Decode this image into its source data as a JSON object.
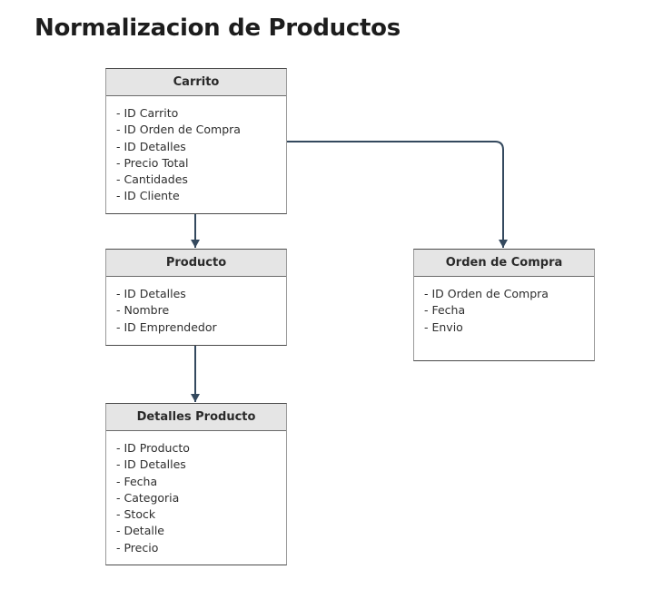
{
  "title": "Normalizacion de Productos",
  "colors": {
    "connector": "#34495e",
    "header_fill": "#e5e5e5",
    "border": "#4a4a4a"
  },
  "entities": {
    "carrito": {
      "name": "Carrito",
      "fields": [
        "- ID Carrito",
        "- ID Orden de Compra",
        "- ID Detalles",
        "- Precio Total",
        "- Cantidades",
        "- ID Cliente"
      ]
    },
    "producto": {
      "name": "Producto",
      "fields": [
        "- ID Detalles",
        "- Nombre",
        "- ID Emprendedor"
      ]
    },
    "orden": {
      "name": "Orden de Compra",
      "fields": [
        "- ID Orden de Compra",
        "- Fecha",
        "- Envio"
      ]
    },
    "detalles": {
      "name": "Detalles Producto",
      "fields": [
        "- ID Producto",
        "- ID Detalles",
        "- Fecha",
        "- Categoria",
        "- Stock",
        "- Detalle",
        "- Precio"
      ]
    }
  },
  "relations": [
    {
      "from": "Carrito",
      "to": "Producto"
    },
    {
      "from": "Carrito",
      "to": "Orden de Compra"
    },
    {
      "from": "Producto",
      "to": "Detalles Producto"
    }
  ]
}
